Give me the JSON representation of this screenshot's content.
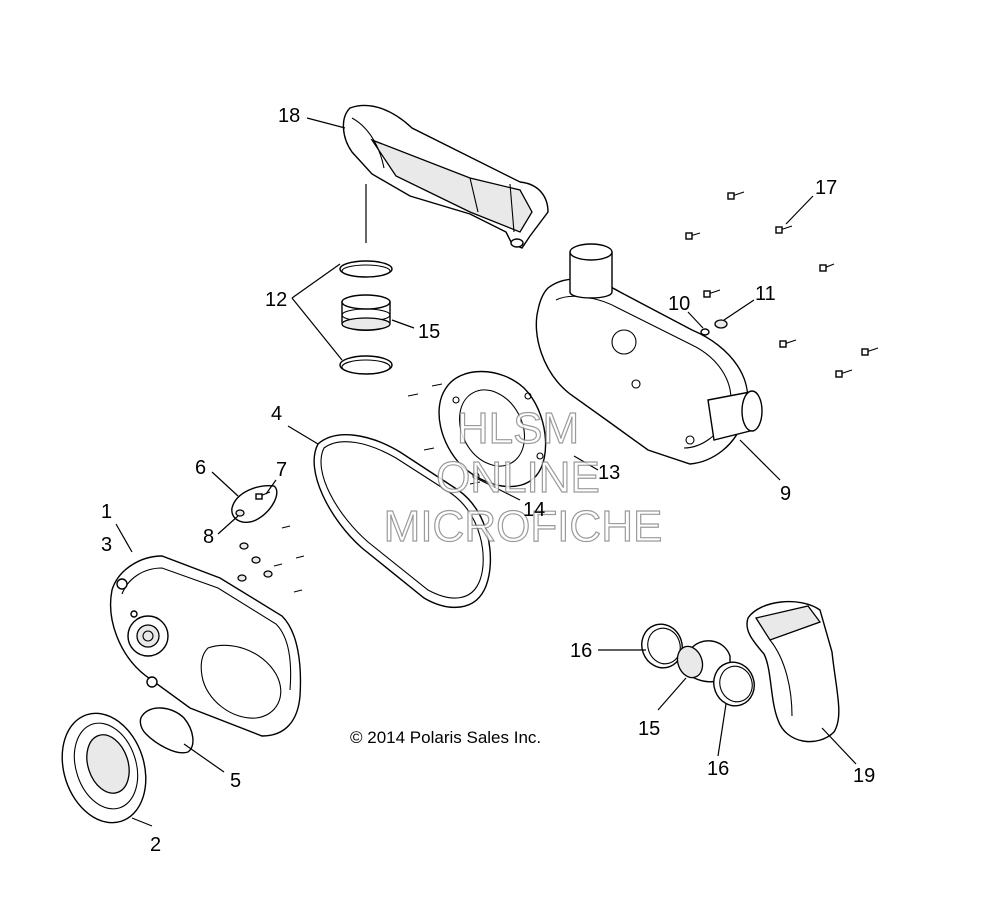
{
  "diagram": {
    "callouts": {
      "c1": "1",
      "c2": "2",
      "c3": "3",
      "c4": "4",
      "c5": "5",
      "c6": "6",
      "c7": "7",
      "c8": "8",
      "c9": "9",
      "c10": "10",
      "c11": "11",
      "c12": "12",
      "c13": "13",
      "c14": "14",
      "c15a": "15",
      "c15b": "15",
      "c16a": "16",
      "c16b": "16",
      "c17": "17",
      "c18": "18",
      "c19": "19"
    },
    "copyright": "© 2014 Polaris Sales Inc.",
    "watermark": {
      "line1": "HLSM",
      "line2": "ONLINE",
      "line3": "MICROFICHE"
    }
  }
}
